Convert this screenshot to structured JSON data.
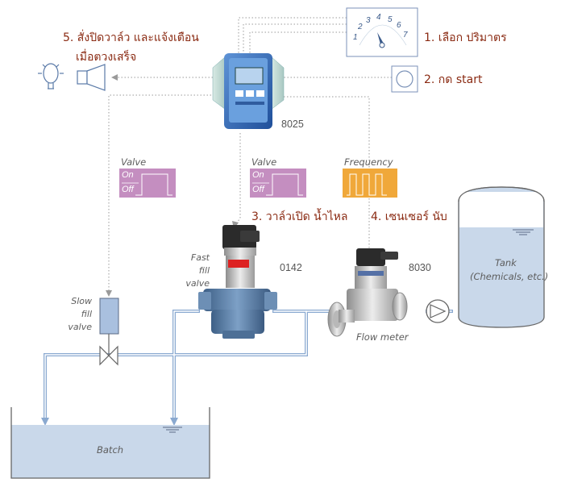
{
  "steps": {
    "step1": "1. เลือก ปริมาตร",
    "step2": "2. กด start",
    "step3": "3. วาล์วเปิด น้ำไหล",
    "step4": "4. เซนเซอร์ นับ",
    "step5_line1": "5. สั่งปิดวาล์ว และแจ้งเตือน",
    "step5_line2": "เมื่อตวงเสร็จ"
  },
  "devices": {
    "controller": "8025",
    "fast_valve": "0142",
    "flow_meter_code": "8030"
  },
  "labels": {
    "fast_fill_1": "Fast",
    "fast_fill_2": "fill",
    "fast_fill_3": "valve",
    "slow_fill_1": "Slow",
    "slow_fill_2": "fill",
    "slow_fill_3": "valve",
    "flow_meter": "Flow meter",
    "tank_1": "Tank",
    "tank_2": "(Chemicals, etc.)",
    "batch": "Batch"
  },
  "signals": {
    "valve_title": "Valve",
    "on": "On",
    "off": "Off",
    "frequency_title": "Frequency"
  },
  "dial": [
    "1",
    "2",
    "3",
    "4",
    "5",
    "6",
    "7"
  ],
  "colors": {
    "pipe": "#8aa9d0",
    "signal_valve": "#c48ec0",
    "signal_freq": "#f0a83a",
    "thai_text": "#8a2a12"
  }
}
